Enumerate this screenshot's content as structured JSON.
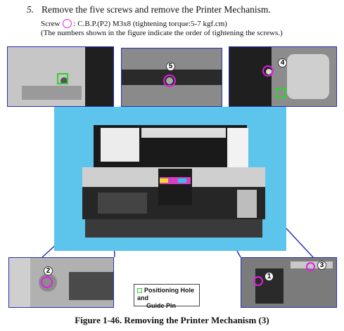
{
  "step": {
    "number": "5.",
    "text": "Remove the five screws and remove the Printer Mechanism."
  },
  "screw_spec": {
    "prefix": "Screw",
    "text": ": C.B.P.(P2) M3x8 (tightening torque:5-7 kgf.cm)"
  },
  "note": "(The numbers shown in the figure indicate the order of tightening the screws.)",
  "screw_numbers": [
    "1",
    "2",
    "3",
    "4",
    "5"
  ],
  "legend": {
    "line1": "Positioning Hole and",
    "line2": "Guide Pin"
  },
  "caption": "Figure 1-46.  Removing the Printer Mechanism (3)",
  "colors": {
    "callout_line": "#2a2fb8",
    "screw_marker": "#e020e0",
    "pin_marker": "#2fd12f"
  }
}
